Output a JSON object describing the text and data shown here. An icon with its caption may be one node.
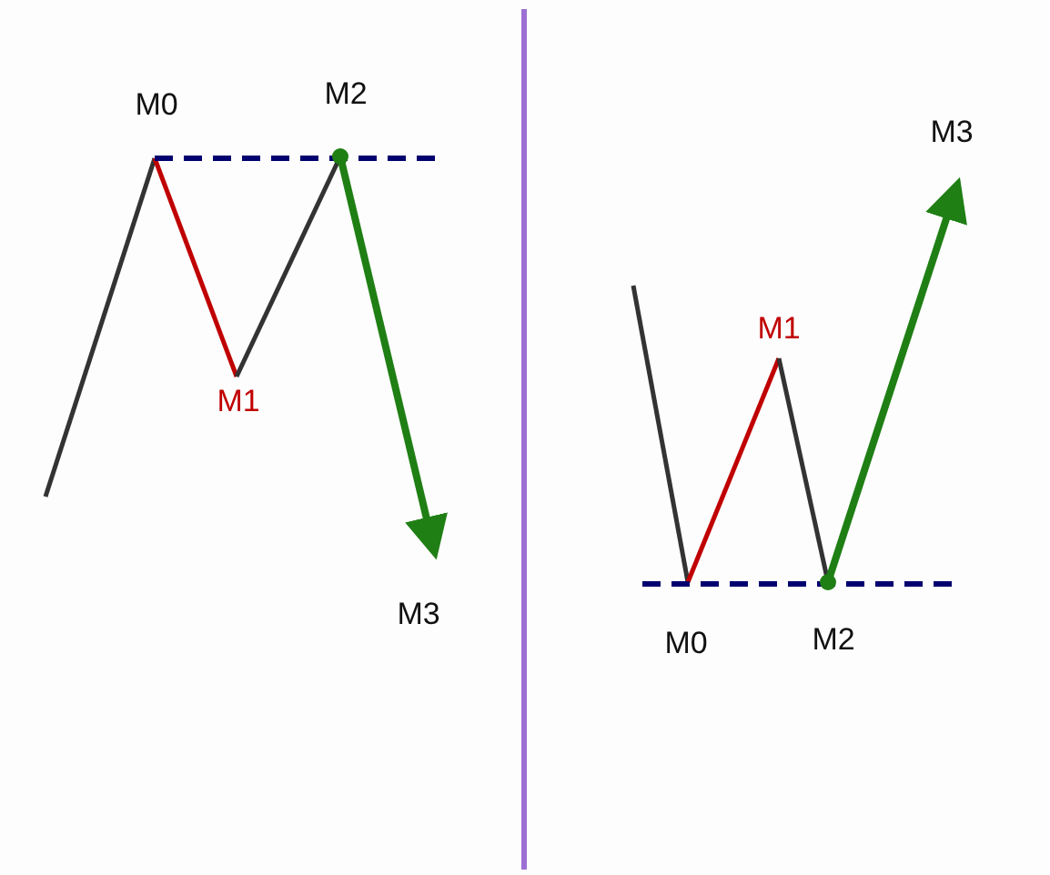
{
  "diagram": {
    "labels": [
      "M0",
      "M2",
      "M3",
      "M1",
      "M1",
      "M3",
      "M0",
      "M2"
    ]
  }
}
